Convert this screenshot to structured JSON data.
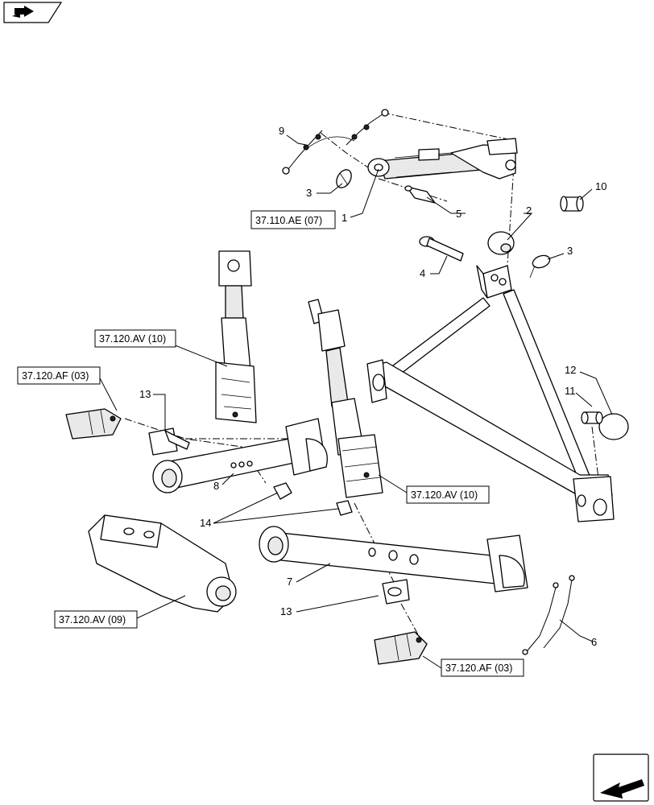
{
  "icons": {
    "top_left": "book-arrow-icon",
    "bottom_right": "next-page-arrow-icon"
  },
  "callouts": [
    "1",
    "2",
    "3",
    "3",
    "4",
    "5",
    "6",
    "7",
    "8",
    "9",
    "10",
    "11",
    "12",
    "13",
    "13",
    "14"
  ],
  "references": [
    "37.110.AE (07)",
    "37.120.AV (10)",
    "37.120.AF (03)",
    "37.120.AV (10)",
    "37.120.AV (09)",
    "37.120.AF (03)"
  ]
}
